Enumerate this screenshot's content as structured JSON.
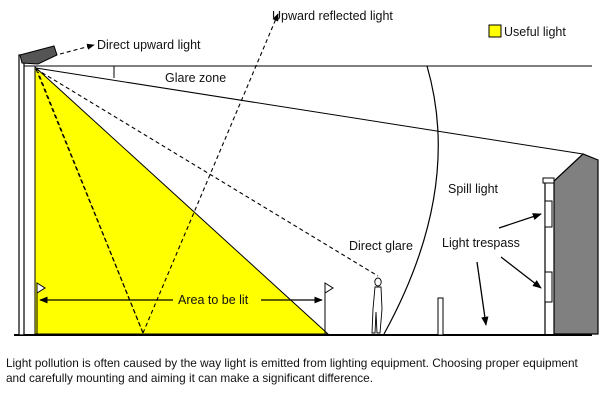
{
  "colors": {
    "useful_light": "#ffff00",
    "building": "#808080",
    "line": "#000000"
  },
  "labels": {
    "direct_upward_light": "Direct upward light",
    "upward_reflected_light": "Upward reflected light",
    "useful_light_legend": "Useful light",
    "glare_zone": "Glare zone",
    "spill_light": "Spill light",
    "direct_glare": "Direct glare",
    "light_trespass": "Light trespass",
    "area_to_be_lit": "Area to be lit"
  },
  "caption": "Light pollution is often caused by the way light is emitted from lighting equipment. Choosing proper equipment and carefully mounting and aiming it can make a significant difference."
}
